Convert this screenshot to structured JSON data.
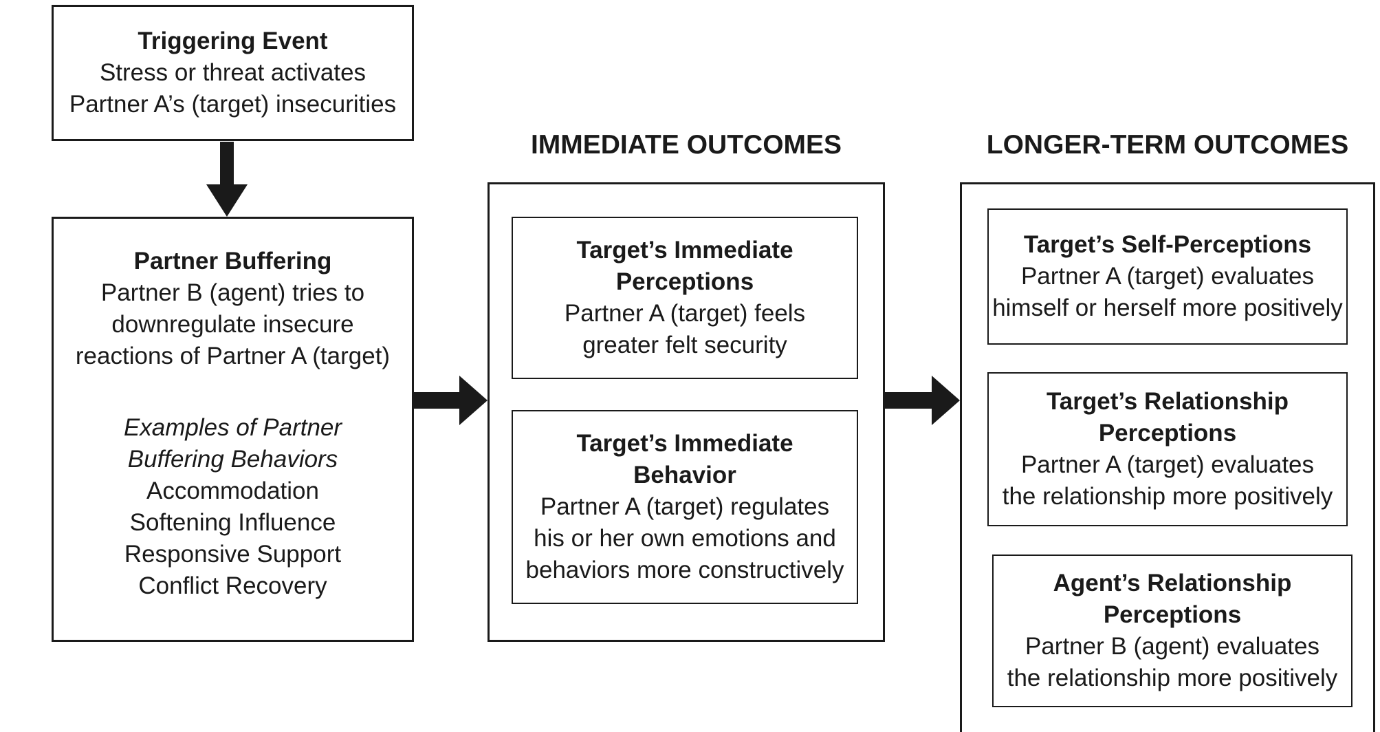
{
  "trigger": {
    "title": "Triggering Event",
    "line1": "Stress or threat activates",
    "line2": "Partner A’s (target) insecurities"
  },
  "buffering": {
    "title": "Partner Buffering",
    "line1": "Partner B (agent) tries to",
    "line2": "downregulate insecure",
    "line3": "reactions of Partner A (target)",
    "examples_line1": "Examples of Partner",
    "examples_line2": "Buffering Behaviors",
    "examples": [
      "Accommodation",
      "Softening Influence",
      "Responsive Support",
      "Conflict Recovery"
    ]
  },
  "immediate": {
    "heading": "IMMEDIATE OUTCOMES",
    "perceptions": {
      "title_line1": "Target’s Immediate",
      "title_line2": "Perceptions",
      "line1": "Partner A (target) feels",
      "line2": "greater felt security"
    },
    "behavior": {
      "title_line1": "Target’s Immediate",
      "title_line2": "Behavior",
      "line1": "Partner A (target) regulates",
      "line2": "his or her own emotions and",
      "line3": "behaviors more constructively"
    }
  },
  "longer": {
    "heading": "LONGER-TERM OUTCOMES",
    "self": {
      "title": "Target’s Self-Perceptions",
      "line1": "Partner A (target) evaluates",
      "line2": "himself or herself more positively"
    },
    "relationship": {
      "title_line1": "Target’s Relationship",
      "title_line2": "Perceptions",
      "line1": "Partner A (target) evaluates",
      "line2": "the relationship more positively"
    },
    "agent": {
      "title_line1": "Agent’s Relationship",
      "title_line2": "Perceptions",
      "line1": "Partner B (agent) evaluates",
      "line2": "the relationship more positively"
    }
  }
}
